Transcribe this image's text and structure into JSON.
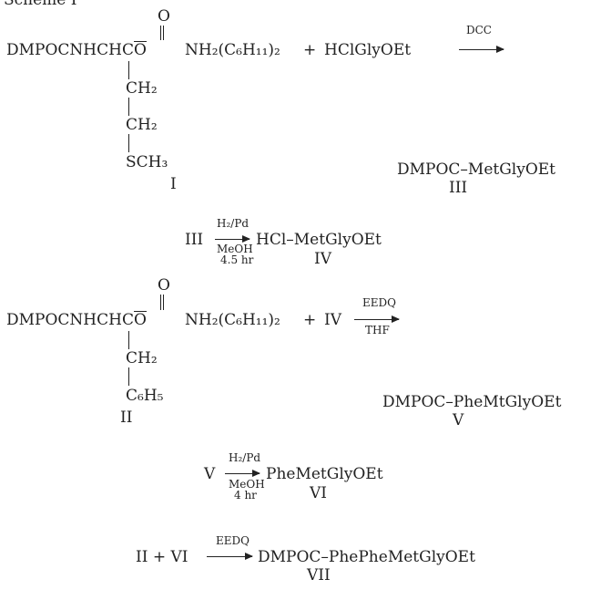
{
  "scheme_title": "Scheme I",
  "reaction1": {
    "carbonyl_o": "O",
    "reactant_prefix": "DMPOCNHCHC",
    "reactant_o_minus": "O",
    "amine_salt": "NH₂(C₆H₁₁)₂",
    "plus": "+",
    "reagent": "HClGlyOEt",
    "condition": "DCC",
    "side_chain": [
      "CH₂",
      "CH₂",
      "SCH₃"
    ],
    "reactant_label": "I",
    "product": "DMPOC–MetGlyOEt",
    "product_label": "III"
  },
  "reaction2": {
    "start": "III",
    "condition_top": "H₂/Pd",
    "condition_bottom": [
      "MeOH",
      "4.5 hr"
    ],
    "product": "HCl–MetGlyOEt",
    "product_label": "IV"
  },
  "reaction3": {
    "carbonyl_o": "O",
    "reactant_prefix": "DMPOCNHCHC",
    "reactant_o_minus": "O",
    "amine_salt": "NH₂(C₆H₁₁)₂",
    "plus": "+",
    "reagent": "IV",
    "condition_top": "EEDQ",
    "condition_bottom": "THF",
    "side_chain": [
      "CH₂",
      "C₆H₅"
    ],
    "reactant_label": "II",
    "product": "DMPOC–PheMtGlyOEt",
    "product_label": "V"
  },
  "reaction4": {
    "start": "V",
    "condition_top": "H₂/Pd",
    "condition_bottom": [
      "MeOH",
      "4 hr"
    ],
    "product": "PheMetGlyOEt",
    "product_label": "VI"
  },
  "reaction5": {
    "reactants": "II + VI",
    "condition": "EEDQ",
    "product": "DMPOC–PhePheMetGlyOEt",
    "product_label": "VII"
  }
}
